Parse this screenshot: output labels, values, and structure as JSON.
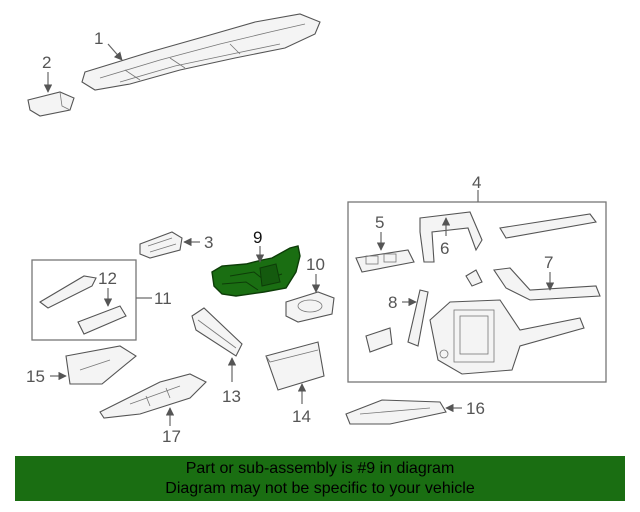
{
  "callouts": [
    "1",
    "2",
    "3",
    "4",
    "5",
    "6",
    "7",
    "8",
    "9",
    "10",
    "11",
    "12",
    "13",
    "14",
    "15",
    "16",
    "17"
  ],
  "highlight_callout": "9",
  "highlight_color": "#1a6e12",
  "banner": {
    "line1": "Part or sub-assembly is #9 in diagram",
    "line2": "Diagram may not be specific to your vehicle",
    "background": "#1a6e12"
  }
}
